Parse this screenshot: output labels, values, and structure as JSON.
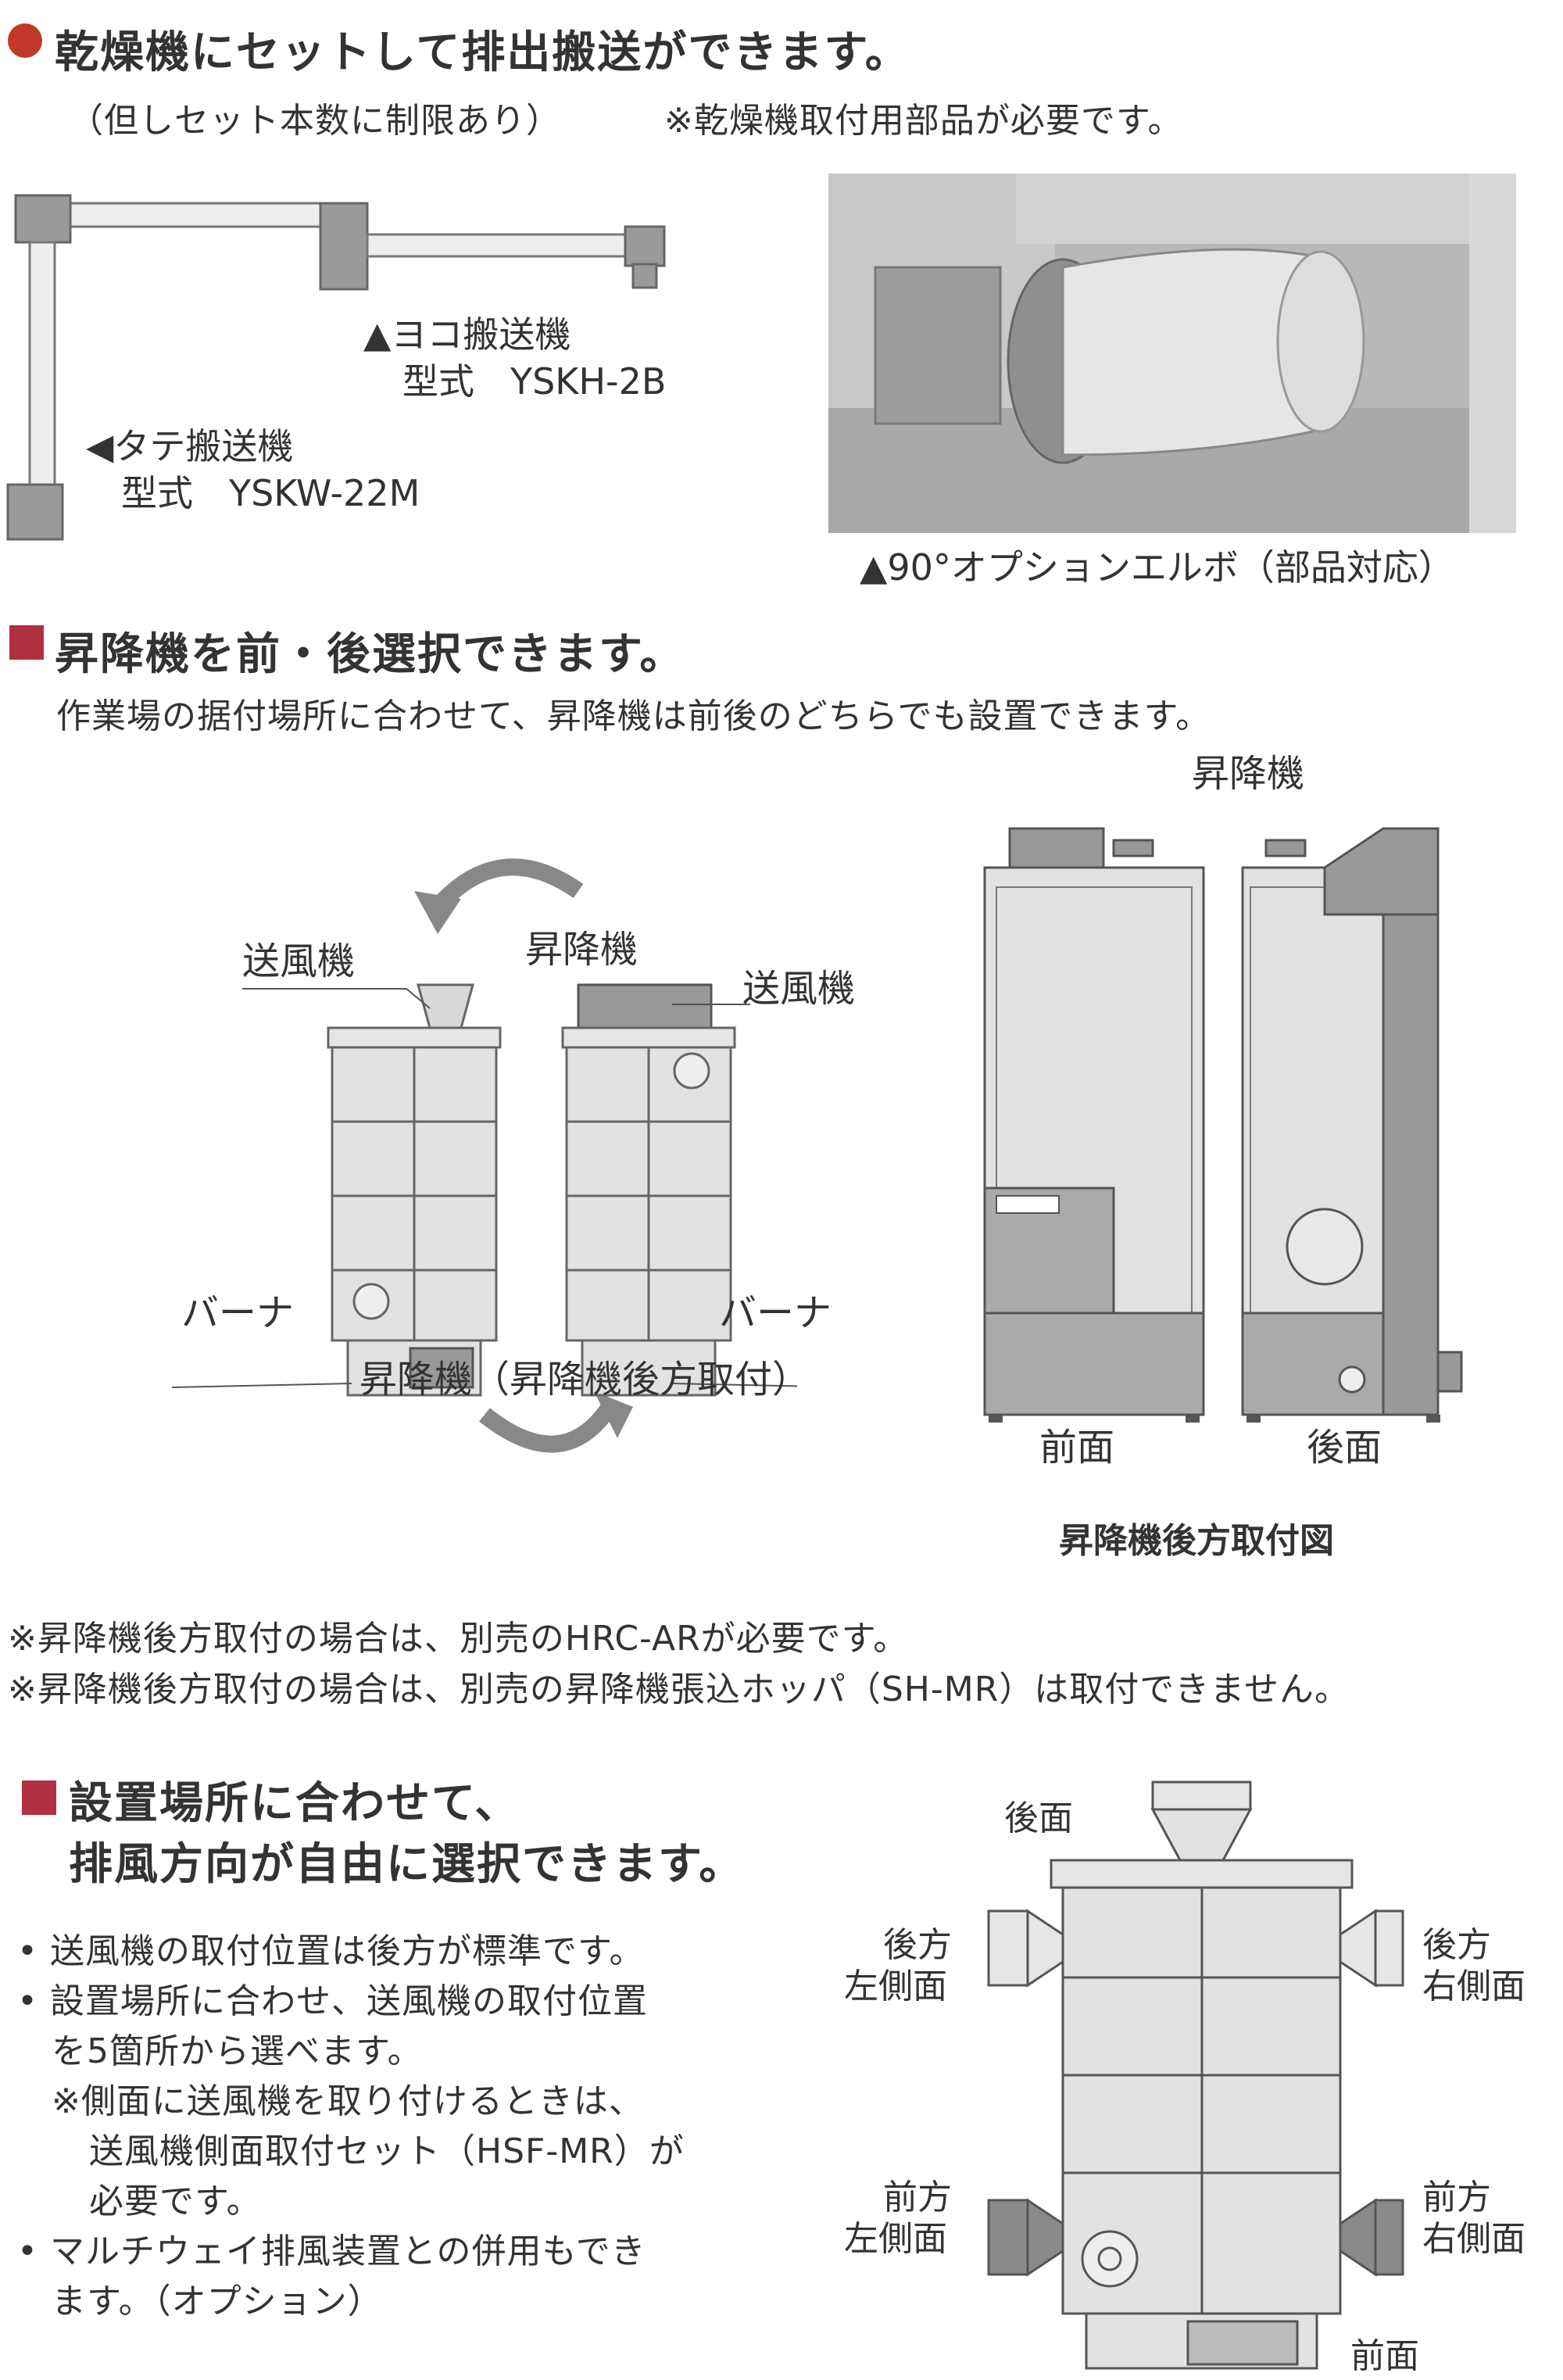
{
  "section1": {
    "heading": "乾燥機にセットして排出搬送ができます。",
    "note_limit": "（但しセット本数に制限あり）",
    "note_parts": "※乾燥機取付用部品が必要です。",
    "yoko_label": "▲ヨコ搬送機",
    "yoko_model": "型式　YSKH-2B",
    "tate_label": "◀タテ搬送機",
    "tate_model": "型式　YSKW-22M",
    "elbow_caption": "▲90°オプションエルボ（部品対応）"
  },
  "section2": {
    "heading": "昇降機を前・後選択できます。",
    "subtext": "作業場の据付場所に合わせて、昇降機は前後のどちらでも設置できます。",
    "blower_left": "送風機",
    "elevator_top": "昇降機",
    "blower_right": "送風機",
    "burner_left": "バーナ",
    "burner_right": "バーナ",
    "elevator_rear_caption": "昇降機（昇降機後方取付）",
    "elevator_label_right": "昇降機",
    "front_label": "前面",
    "rear_label": "後面",
    "figure_caption": "昇降機後方取付図",
    "note1": "※昇降機後方取付の場合は、別売のHRC-ARが必要です。",
    "note2": "※昇降機後方取付の場合は、別売の昇降機張込ホッパ（SH-MR）は取付できません。"
  },
  "section3": {
    "heading_line1": "設置場所に合わせて、",
    "heading_line2": "排風方向が自由に選択できます。",
    "bullet1": "• 送風機の取付位置は後方が標準です。",
    "bullet2_line1": "• 設置場所に合わせ、送風機の取付位置",
    "bullet2_line2": "を5箇所から選べます。",
    "bullet2_note1": "※側面に送風機を取り付けるときは、",
    "bullet2_note2": "送風機側面取付セット（HSF-MR）が",
    "bullet2_note3": "必要です。",
    "bullet3_line1": "• マルチウェイ排風装置との併用もでき",
    "bullet3_line2": "ます。（オプション）",
    "rear_top": "後面",
    "rear_left_1": "後方",
    "rear_left_2": "左側面",
    "rear_right_1": "後方",
    "rear_right_2": "右側面",
    "front_left_1": "前方",
    "front_left_2": "左側面",
    "front_right_1": "前方",
    "front_right_2": "右側面",
    "front_bottom": "前面"
  },
  "colors": {
    "circle_bullet": "#c0392b",
    "square_bullet": "#b03040",
    "machine_fill": "#e2e2e2",
    "machine_dark": "#8a8a8a",
    "machine_line": "#555555"
  }
}
